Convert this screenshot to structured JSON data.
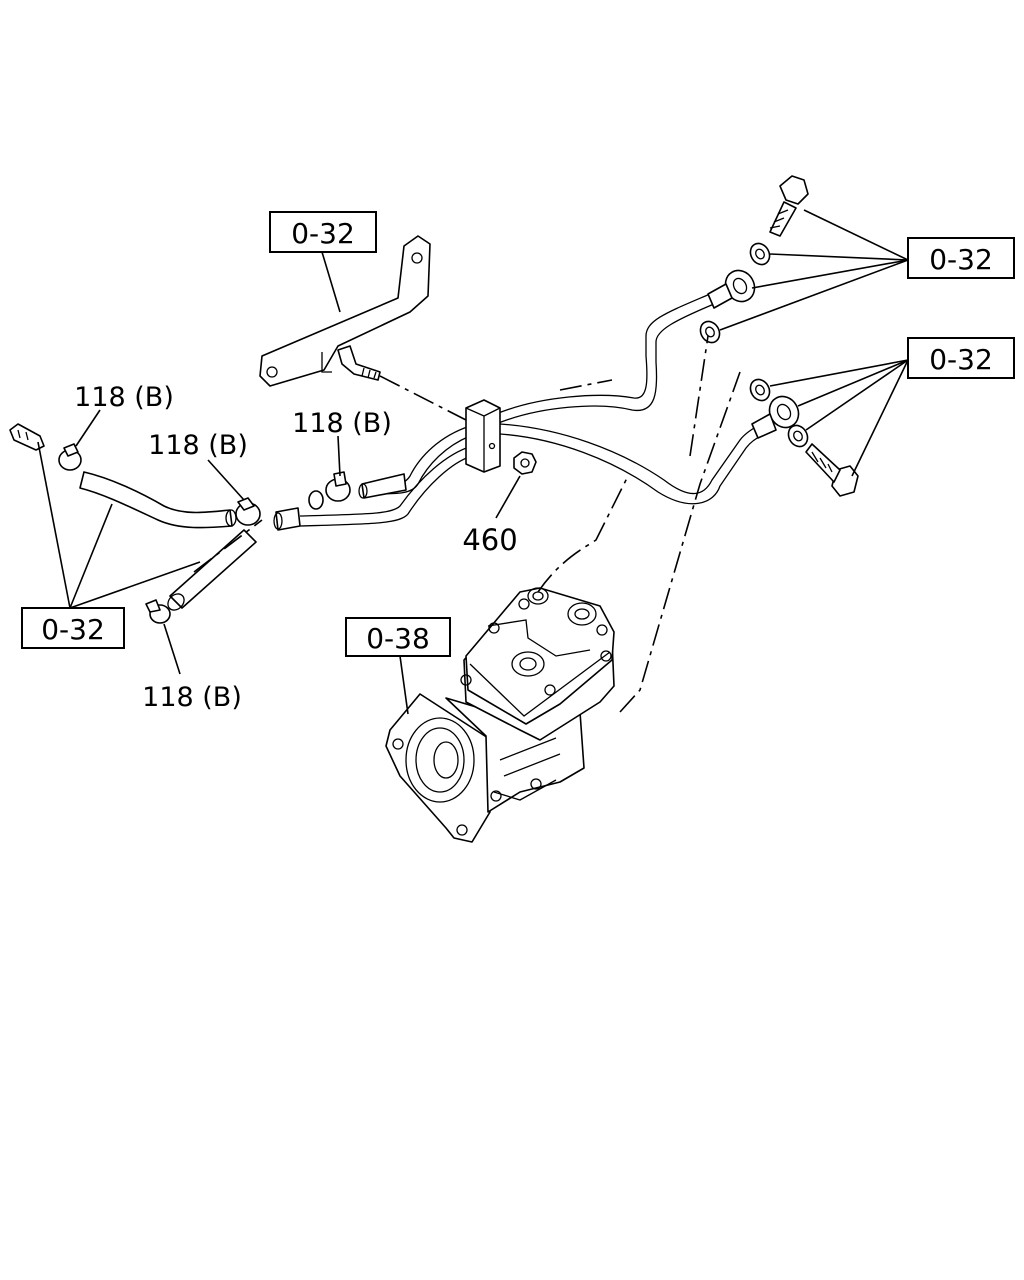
{
  "callouts": {
    "ref_box_bracket": "0-32",
    "ref_box_top_right": "0-32",
    "ref_box_mid_right": "0-32",
    "ref_box_left": "0-32",
    "ref_box_compressor": "0-38"
  },
  "labels": {
    "clamp_a": "118 (B)",
    "clamp_b": "118 (B)",
    "clamp_c": "118 (B)",
    "clamp_d": "118 (B)",
    "nut": "460"
  }
}
